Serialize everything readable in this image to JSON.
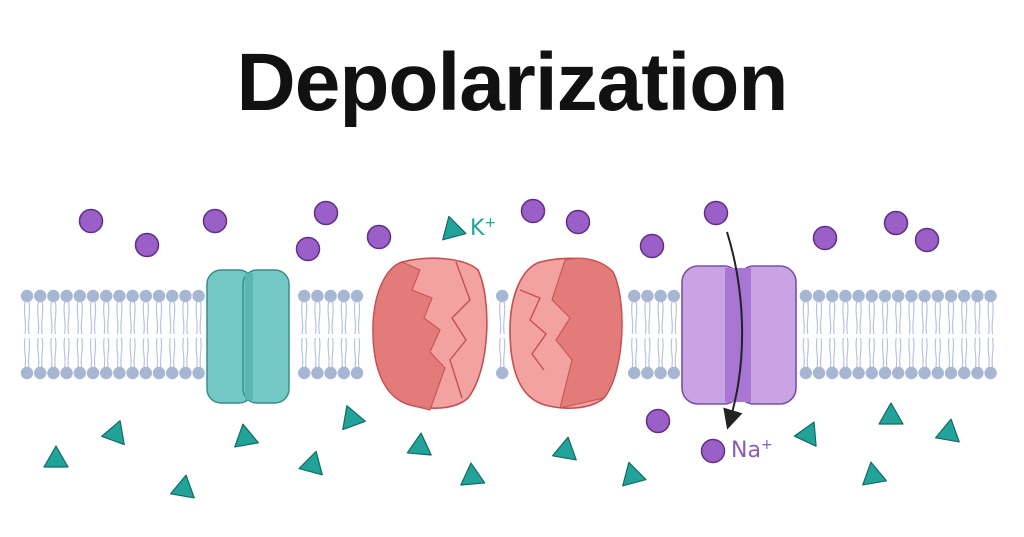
{
  "title": "Depolarization",
  "labels": {
    "potassium": "K",
    "sodium": "Na",
    "charge": "+"
  },
  "colors": {
    "background": "#ffffff",
    "title": "#111111",
    "sodium_ion": "#9b5fc8",
    "sodium_ion_stroke": "#5e2f86",
    "potassium_ion": "#22a39a",
    "potassium_ion_stroke": "#136a64",
    "membrane_head": "#a7b6d2",
    "membrane_tail": "#b8c4dc",
    "channel_teal": "#73c9c5",
    "channel_red": "#f3a2a2",
    "channel_red_inner": "#e27777",
    "channel_purple": "#c9a3e3",
    "channel_purple_inner": "#a876d3"
  }
}
